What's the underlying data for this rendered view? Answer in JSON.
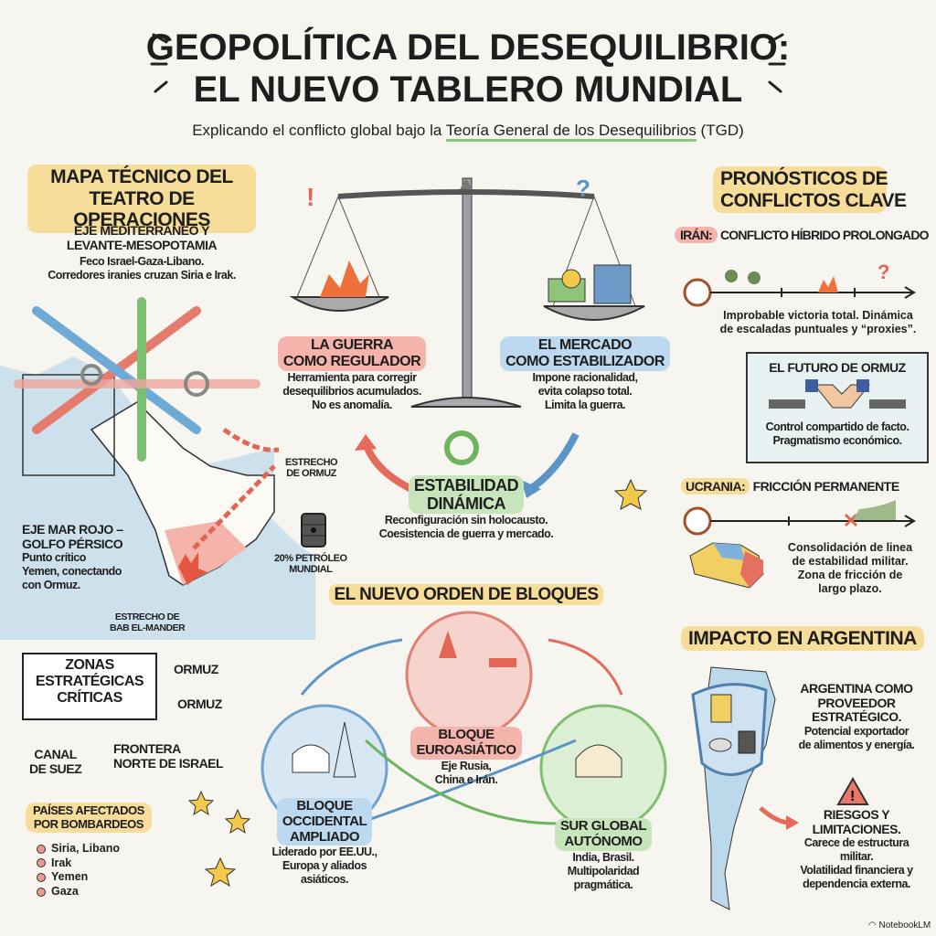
{
  "header": {
    "title_line1": "GEOPOLÍTICA DEL DESEQUILIBRIO:",
    "title_line2": "EL NUEVO TABLERO MUNDIAL",
    "subtitle_prefix": "Explicando el conflicto global bajo la",
    "subtitle_highlight": "Teoría General de los Desequilibrios",
    "subtitle_suffix": "(TGD)"
  },
  "left": {
    "heading": [
      "MAPA TÉCNICO DEL",
      "TEATRO DE OPERACIONES"
    ],
    "eje_med": {
      "title": [
        "EJE MEDITERRÁNEO Y",
        "LEVANTE-MESOPOTAMIA"
      ],
      "text": [
        "Feco Israel-Gaza-Libano.",
        "Corredores iranies cruzan Siria e Irak."
      ]
    },
    "estrecho_ormuz": [
      "ESTRECHO",
      "DE ORMUZ"
    ],
    "petroleo": [
      "20% PETRÓLEO",
      "MUNDIAL"
    ],
    "eje_rojo": {
      "title": [
        "EJE MAR ROJO –",
        "GOLFO PÉRSICO"
      ],
      "text": [
        "Punto crítico",
        "Yemen, conectando",
        "con Ormuz."
      ]
    },
    "bab": [
      "ESTRECHO DE",
      "BAB EL-MANDER"
    ],
    "zonas": {
      "title": [
        "ZONAS",
        "ESTRATÉGICAS",
        "CRÍTICAS"
      ],
      "ormuz1": "ORMUZ",
      "ormuz2": "ORMUZ",
      "suez": [
        "CANAL",
        "DE SUEZ"
      ],
      "frontera": [
        "FRONTERA",
        "NORTE DE ISRAEL"
      ]
    },
    "paises": {
      "title": [
        "PAÍSES AFECTADOS",
        "POR BOMBARDEOS"
      ],
      "items": [
        "Siria, Libano",
        "Irak",
        "Yemen",
        "Gaza"
      ]
    }
  },
  "center": {
    "guerra": {
      "title": [
        "LA GUERRA",
        "COMO REGULADOR"
      ],
      "text": [
        "Herramienta para corregir",
        "desequilibrios acumulados.",
        "No es anomalía."
      ]
    },
    "mercado": {
      "title": [
        "EL MERCADO",
        "COMO ESTABILIZADOR"
      ],
      "text": [
        "Impone racionalidad,",
        "evita colapso total.",
        "Limita la guerra."
      ]
    },
    "estabilidad": {
      "title": [
        "ESTABILIDAD",
        "DINÁMICA"
      ],
      "text": [
        "Reconfiguración sin holocausto.",
        "Coesistencia de guerra y mercado."
      ]
    },
    "bloques": {
      "heading": "EL NUEVO ORDEN DE BLOQUES",
      "euro": {
        "title": [
          "BLOQUE",
          "EUROASIÁTICO"
        ],
        "text": [
          "Eje Rusia,",
          "China e Irán."
        ]
      },
      "occ": {
        "title": [
          "BLOQUE",
          "OCCIDENTAL",
          "AMPLIADO"
        ],
        "text": [
          "Liderado por EE.UU.,",
          "Europa y aliados",
          "asiáticos."
        ]
      },
      "sur": {
        "title": [
          "SUR GLOBAL",
          "AUTÓNOMO"
        ],
        "text": [
          "India, Brasil.",
          "Multipolaridad",
          "pragmática."
        ]
      }
    }
  },
  "right": {
    "heading": [
      "PRONÓSTICOS DE",
      "CONFLICTOS CLAVE"
    ],
    "iran": {
      "tag": "IRÁN:",
      "title": "CONFLICTO HÍBRIDO PROLONGADO",
      "text": [
        "Improbable victoria total. Dinámica",
        "de escaladas puntuales y “proxies”."
      ]
    },
    "ormuz": {
      "title": "EL FUTURO DE ORMUZ",
      "text": [
        "Control compartido de facto.",
        "Pragmatismo económico."
      ]
    },
    "ucrania": {
      "tag": "UCRANIA:",
      "title": "FRICCIÓN PERMANENTE",
      "text": [
        "Consolidación de linea",
        "de estabilidad militar.",
        "Zona de fricción de",
        "largo plazo."
      ]
    },
    "argentina": {
      "heading": "IMPACTO EN ARGENTINA",
      "prov_title": [
        "ARGENTINA COMO",
        "PROVEEDOR",
        "ESTRATÉGICO."
      ],
      "prov_text": [
        "Potencial exportador",
        "de alimentos y energía."
      ],
      "risk_title": [
        "RIESGOS Y",
        "LIMITACIONES."
      ],
      "risk_text": [
        "Carece de estructura",
        "militar.",
        "Volatilidad financiera y",
        "dependencia externa."
      ]
    }
  },
  "footer": {
    "brand": "NotebookLM"
  },
  "colors": {
    "red": "#e66a5c",
    "blue": "#5b95c8",
    "green": "#6cb55e",
    "yellow": "#f6dd9a",
    "bg": "#f6f5ef"
  }
}
